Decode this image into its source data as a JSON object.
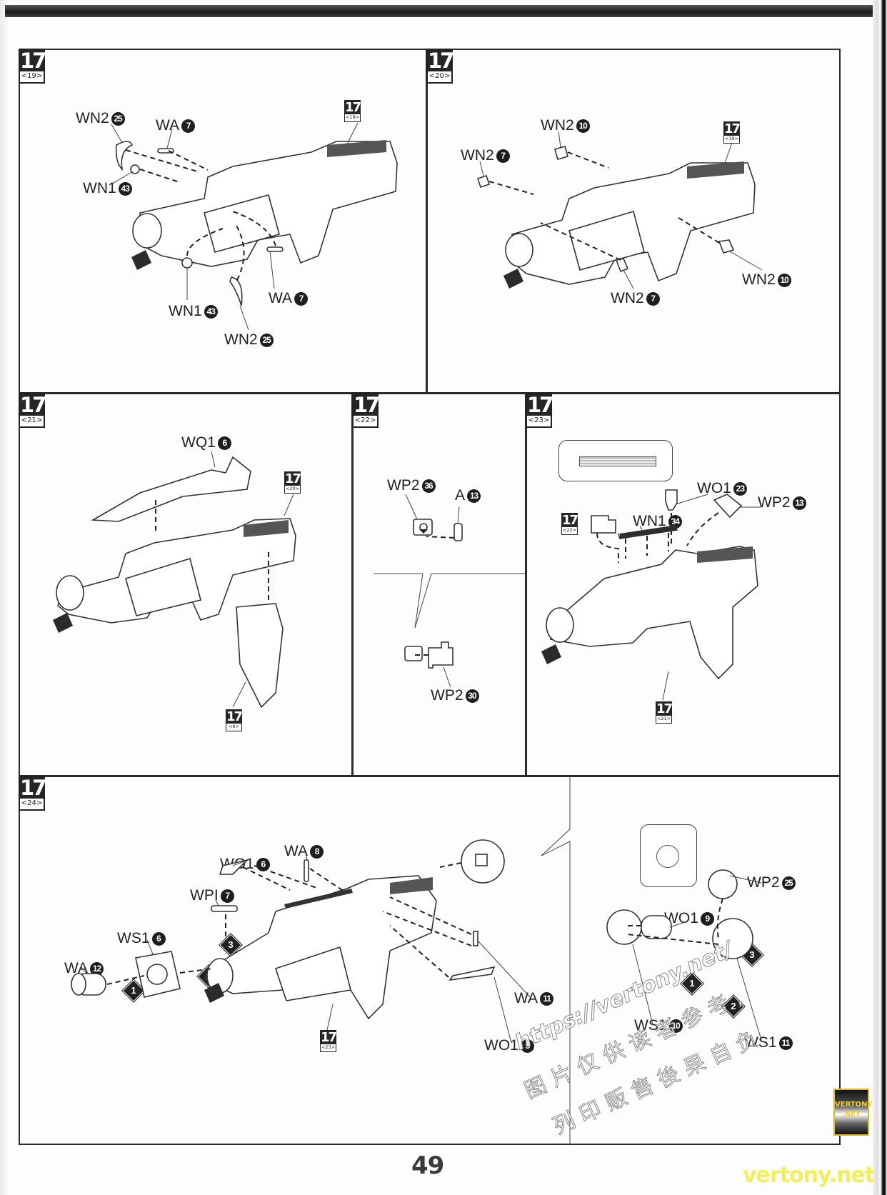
{
  "page": {
    "page_number": "49",
    "watermark_url": "https://vertony.net/",
    "watermark_cn_line1": "图片仅供读者参考,",
    "watermark_cn_line2": "列印贩售後果自负",
    "footer_brand": "vertony.net",
    "logo_line1": "VERTONY",
    "logo_line2": ".NET"
  },
  "panels": [
    {
      "id": "p19",
      "step": "17",
      "sub": "<19>",
      "ref_badge": {
        "step": "17",
        "sub": "<18>"
      },
      "labels": [
        {
          "part": "WN2",
          "num": "25"
        },
        {
          "part": "WA",
          "num": "7"
        },
        {
          "part": "WN1",
          "num": "43"
        },
        {
          "part": "WN1",
          "num": "43"
        },
        {
          "part": "WA",
          "num": "7"
        },
        {
          "part": "WN2",
          "num": "25"
        }
      ]
    },
    {
      "id": "p20",
      "step": "17",
      "sub": "<20>",
      "ref_badge": {
        "step": "17",
        "sub": "<19>"
      },
      "labels": [
        {
          "part": "WN2",
          "num": "10"
        },
        {
          "part": "WN2",
          "num": "7"
        },
        {
          "part": "WN2",
          "num": "7"
        },
        {
          "part": "WN2",
          "num": "10"
        }
      ]
    },
    {
      "id": "p21",
      "step": "17",
      "sub": "<21>",
      "ref_badges": [
        {
          "step": "17",
          "sub": "<20>"
        },
        {
          "step": "17",
          "sub": "<9>"
        }
      ],
      "labels": [
        {
          "part": "WQ1",
          "num": "6"
        }
      ]
    },
    {
      "id": "p22",
      "step": "17",
      "sub": "<22>",
      "labels": [
        {
          "part": "WP2",
          "num": "36"
        },
        {
          "part": "A",
          "num": "13"
        },
        {
          "part": "WP2",
          "num": "30"
        }
      ]
    },
    {
      "id": "p23",
      "step": "17",
      "sub": "<23>",
      "ref_badges": [
        {
          "step": "17",
          "sub": "<22>"
        },
        {
          "step": "17",
          "sub": "<21>"
        }
      ],
      "labels": [
        {
          "part": "WO1",
          "num": "23"
        },
        {
          "part": "WP2",
          "num": "13"
        },
        {
          "part": "WN1",
          "num": "34"
        }
      ]
    },
    {
      "id": "p24",
      "step": "17",
      "sub": "<24>",
      "ref_badge": {
        "step": "17",
        "sub": "<23>"
      },
      "labels": [
        {
          "part": "WA",
          "num": "8"
        },
        {
          "part": "WO1",
          "num": "6"
        },
        {
          "part": "WPI",
          "num": "7"
        },
        {
          "part": "WS1",
          "num": "6"
        },
        {
          "part": "WA",
          "num": "12"
        },
        {
          "part": "WA",
          "num": "11"
        },
        {
          "part": "WO1",
          "num": "5"
        },
        {
          "part": "WP2",
          "num": "25"
        },
        {
          "part": "WO1",
          "num": "9"
        },
        {
          "part": "WS1",
          "num": "10"
        },
        {
          "part": "WS1",
          "num": "11"
        }
      ],
      "steps_left": [
        "1",
        "2",
        "3"
      ],
      "steps_right": [
        "1",
        "2",
        "3"
      ]
    }
  ]
}
